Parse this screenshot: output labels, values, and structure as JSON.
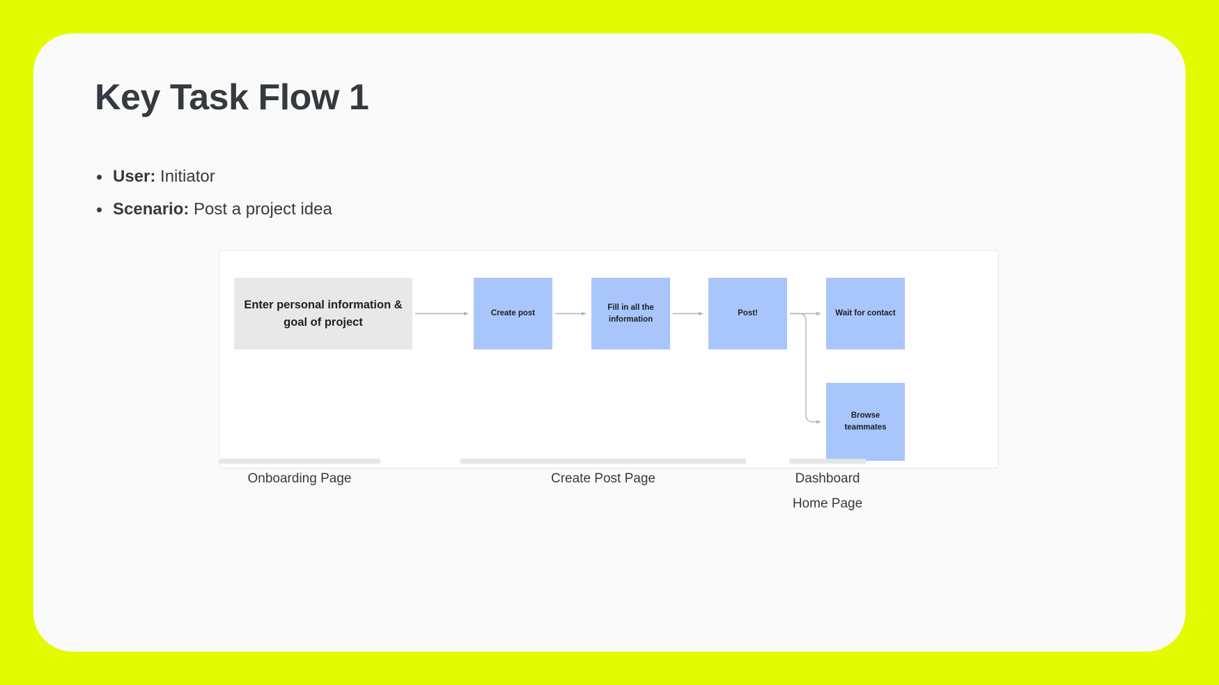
{
  "theme": {
    "page_background": "#e2fb00",
    "card_background": "#fafafa",
    "node_blue": "#a8c6fc",
    "node_gray": "#e8e8e8",
    "text_dark": "#343a40",
    "connector_gray": "#adb5bd"
  },
  "header": {
    "title": "Key Task Flow 1"
  },
  "meta": {
    "items": [
      {
        "label": "User:",
        "value": "Initiator"
      },
      {
        "label": "Scenario:",
        "value": "Post a project idea"
      }
    ]
  },
  "flow": {
    "nodes": [
      {
        "id": "enter-info",
        "label": "Enter personal information & goal of project",
        "type": "start"
      },
      {
        "id": "create-post",
        "label": "Create post",
        "type": "step"
      },
      {
        "id": "fill-info",
        "label": "Fill in all the information",
        "type": "step"
      },
      {
        "id": "post",
        "label": "Post!",
        "type": "step"
      },
      {
        "id": "wait-contact",
        "label": "Wait for contact",
        "type": "step"
      },
      {
        "id": "browse-teammates",
        "label": "Browse teammates",
        "type": "step"
      }
    ],
    "connections": [
      {
        "from": "enter-info",
        "to": "create-post",
        "style": "straight"
      },
      {
        "from": "create-post",
        "to": "fill-info",
        "style": "straight"
      },
      {
        "from": "fill-info",
        "to": "post",
        "style": "straight"
      },
      {
        "from": "post",
        "to": "wait-contact",
        "style": "straight"
      },
      {
        "from": "post",
        "to": "browse-teammates",
        "style": "branch-down"
      }
    ]
  },
  "sections": [
    {
      "id": "onboarding",
      "caption": "Onboarding Page"
    },
    {
      "id": "create-post",
      "caption": "Create Post Page"
    },
    {
      "id": "dashboard",
      "caption": "Dashboard",
      "caption2": "Home Page"
    }
  ]
}
